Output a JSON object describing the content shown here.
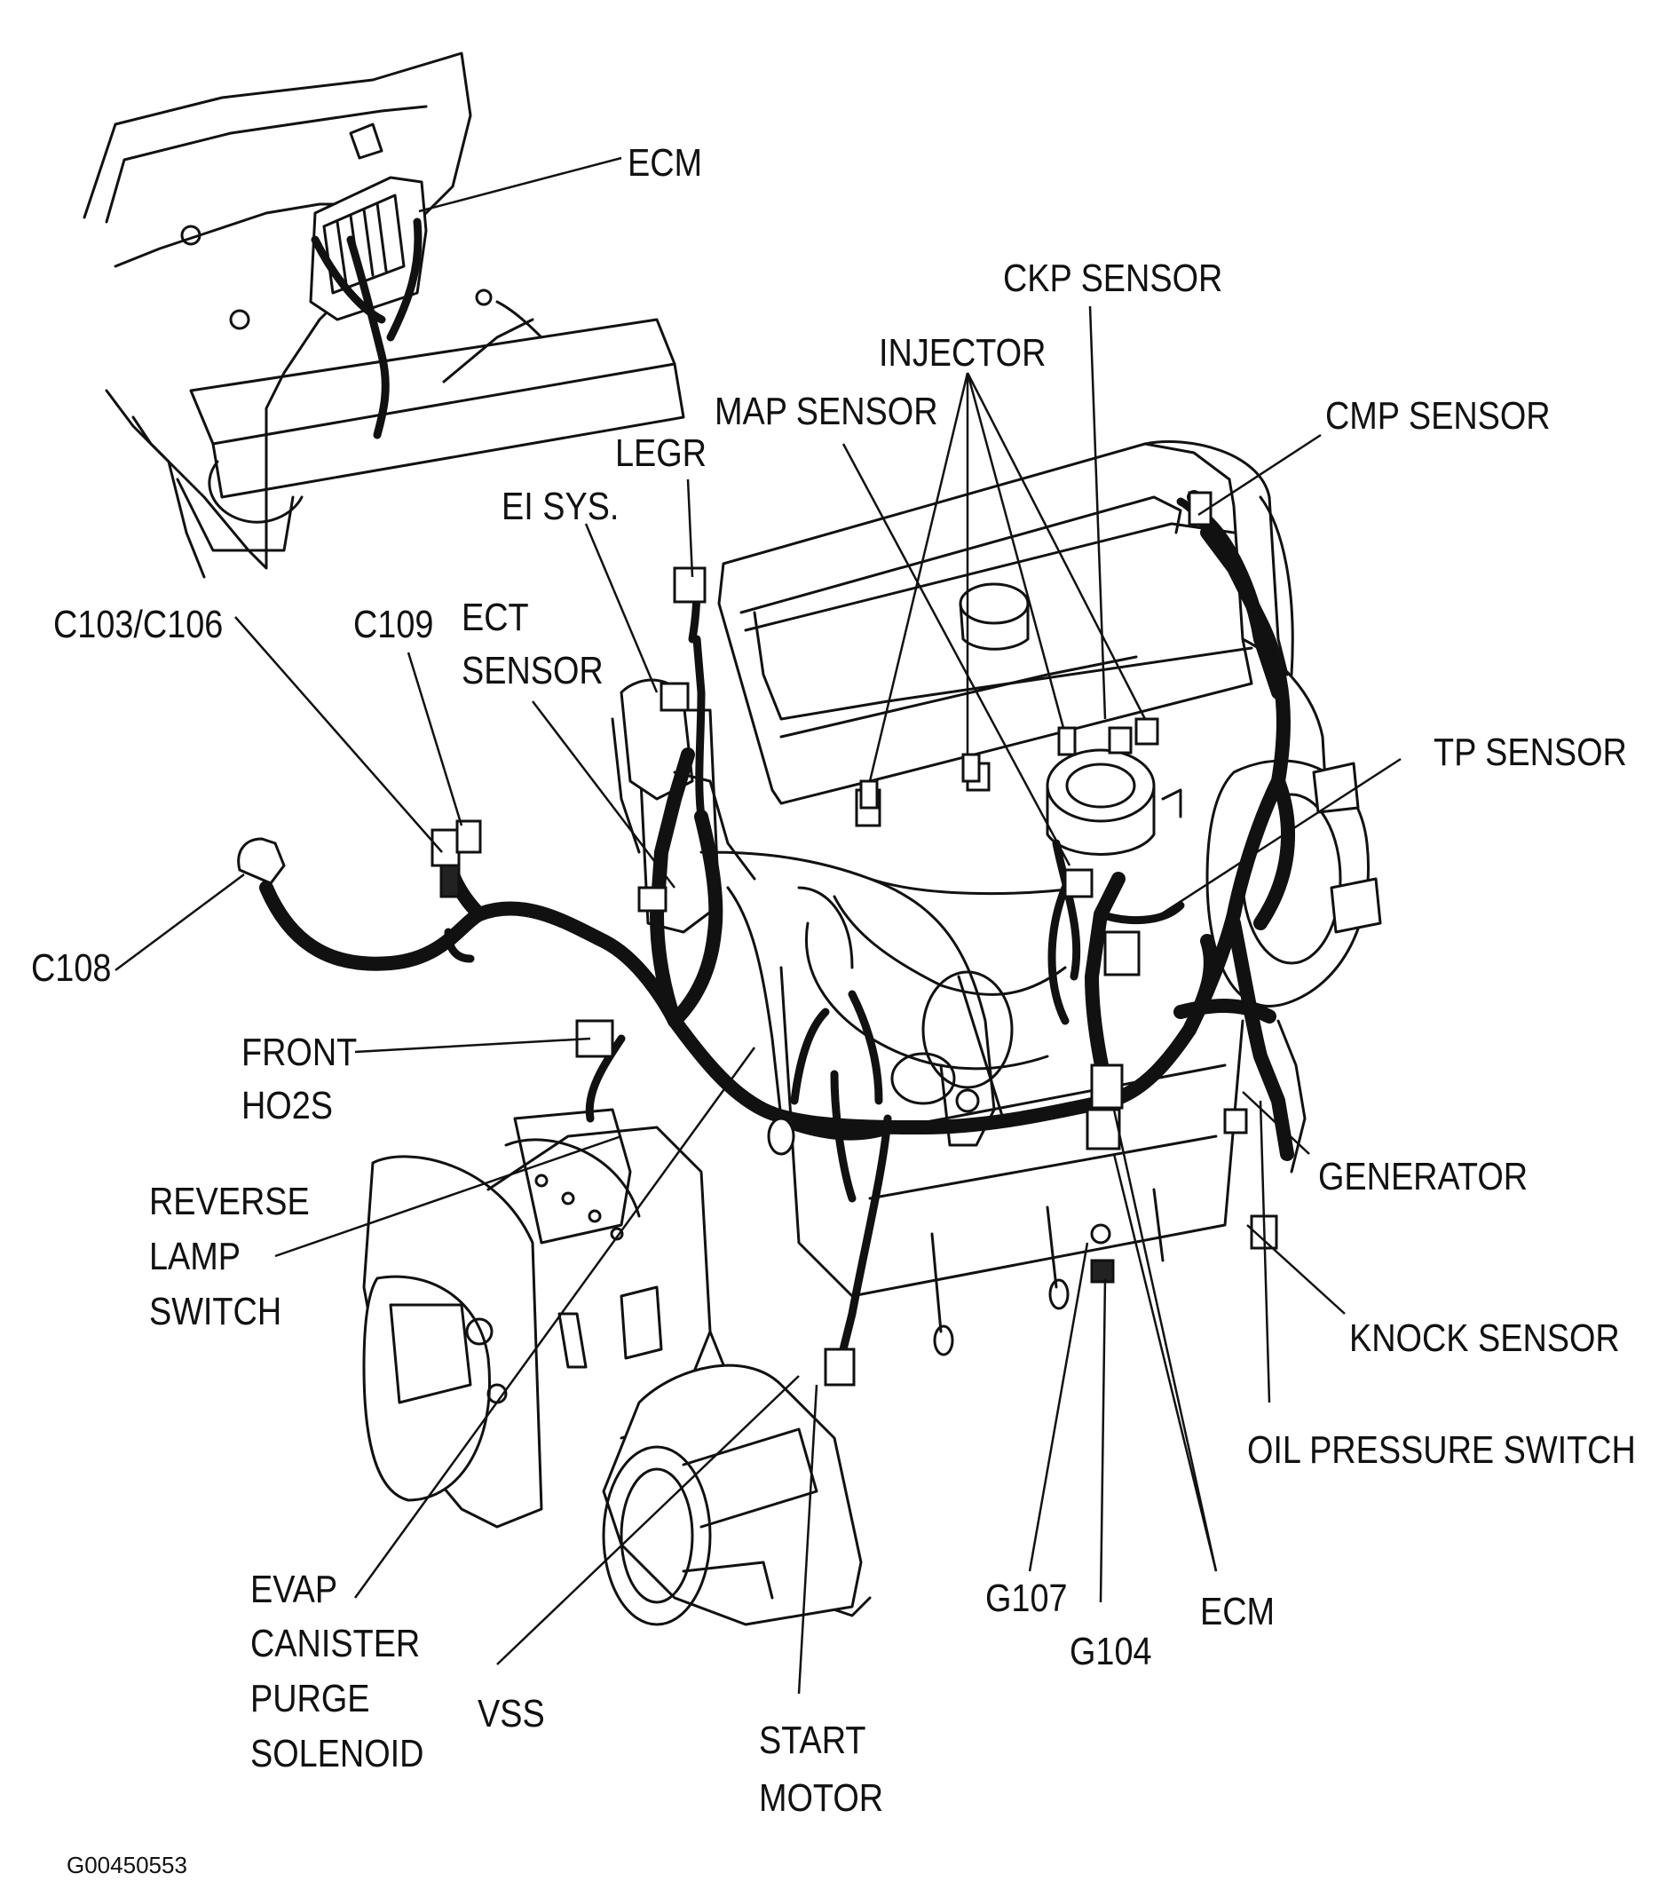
{
  "figure_code": "G00450553",
  "labels": {
    "ecm_top": "ECM",
    "ckp_sensor": "CKP SENSOR",
    "injector": "INJECTOR",
    "map_sensor": "MAP SENSOR",
    "cmp_sensor": "CMP SENSOR",
    "legr": "LEGR",
    "ei_sys": "EI SYS.",
    "c103_c106": "C103/C106",
    "c109": "C109",
    "ect_sensor_line1": "ECT",
    "ect_sensor_line2": "SENSOR",
    "tp_sensor": "TP SENSOR",
    "c108": "C108",
    "front_ho2s_line1": "FRONT",
    "front_ho2s_line2": "HO2S",
    "generator": "GENERATOR",
    "reverse_lamp_line1": "REVERSE",
    "reverse_lamp_line2": "LAMP",
    "reverse_lamp_line3": "SWITCH",
    "knock_sensor": "KNOCK SENSOR",
    "oil_pressure_switch": "OIL PRESSURE SWITCH",
    "evap_line1": "EVAP",
    "evap_line2": "CANISTER",
    "evap_line3": "PURGE",
    "evap_line4": "SOLENOID",
    "vss": "VSS",
    "start_motor_line1": "START",
    "start_motor_line2": "MOTOR",
    "g107": "G107",
    "g104": "G104",
    "ecm_bottom": "ECM"
  }
}
